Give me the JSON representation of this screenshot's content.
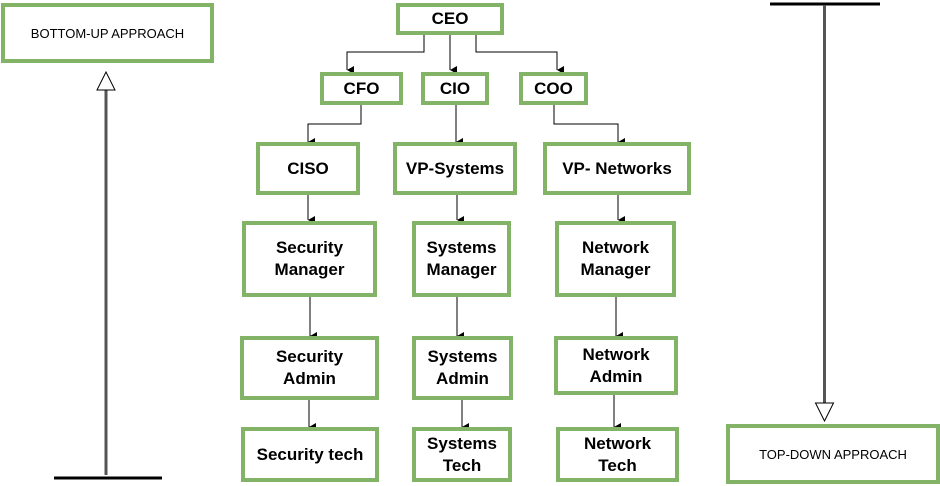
{
  "approaches": {
    "bottom_up": "BOTTOM-UP APPROACH",
    "top_down": "TOP-DOWN APPROACH"
  },
  "org": {
    "ceo": "CEO",
    "cfo": "CFO",
    "cio": "CIO",
    "coo": "COO",
    "ciso": "CISO",
    "vp_systems": "VP-Systems",
    "vp_networks": "VP- Networks",
    "security_manager": "Security\nManager",
    "systems_manager": "Systems\nManager",
    "network_manager": "Network\nManager",
    "security_admin": "Security\nAdmin",
    "systems_admin": "Systems\nAdmin",
    "network_admin": "Network\nAdmin",
    "security_tech": "Security tech",
    "systems_tech": "Systems\nTech",
    "network_tech": "Network\nTech"
  },
  "colors": {
    "border": "#82b366",
    "line": "#000000"
  }
}
